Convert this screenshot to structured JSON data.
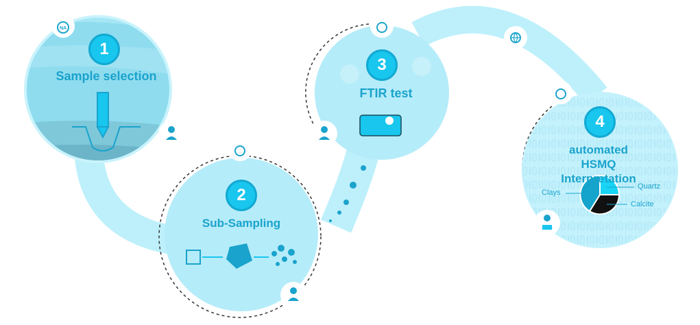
{
  "steps": [
    {
      "number": "1",
      "title": "Sample selection",
      "time_badge": "NA"
    },
    {
      "number": "2",
      "title": "Sub-Sampling"
    },
    {
      "number": "3",
      "title": "FTIR test"
    },
    {
      "number": "4",
      "title": "automated\nHSMQ Interpretation",
      "pie_labels": {
        "clays": "Clays",
        "quartz": "Quartz",
        "calcite": "Calcite"
      }
    }
  ],
  "colors": {
    "band": "#bdf0fb",
    "circle": "#b5ecf9",
    "accent": "#18c6ee",
    "dark": "#12a0c8"
  }
}
